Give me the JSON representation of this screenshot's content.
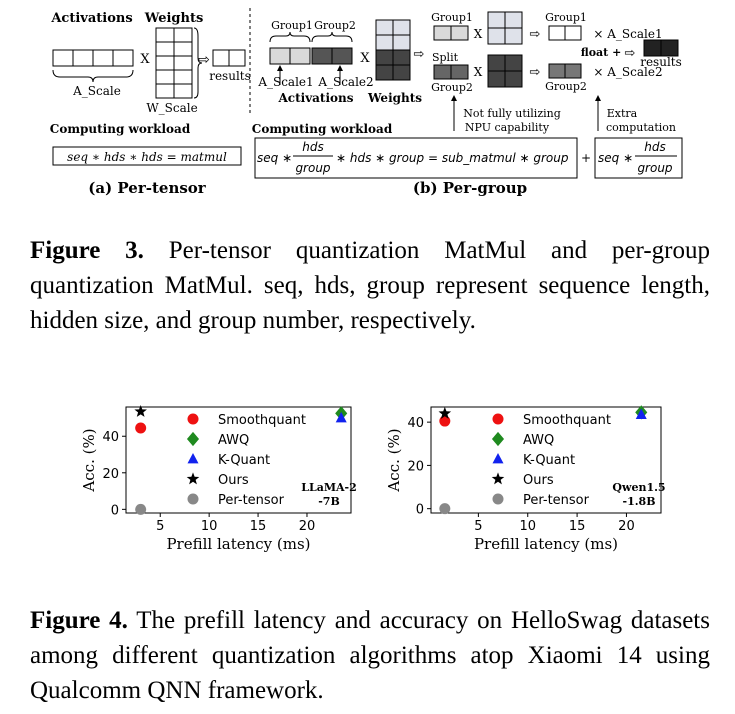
{
  "figure3": {
    "a": {
      "activations": "Activations",
      "weights": "Weights",
      "x": "X",
      "results": "results",
      "a_scale": "A_Scale",
      "w_scale": "W_Scale",
      "workload_title": "Computing workload",
      "formula": "seq ∗ hds ∗ hds = matmul",
      "subtitle": "(a) Per-tensor"
    },
    "b": {
      "group1": "Group1",
      "group2": "Group2",
      "a_scale1": "A_Scale1",
      "a_scale2": "A_Scale2",
      "activations": "Activations",
      "weights": "Weights",
      "x": "X",
      "split": "Split",
      "float_plus": "float +",
      "results": "results",
      "mul_a_scale1": "× A_Scale1",
      "mul_a_scale2": "× A_Scale2",
      "note_npu": [
        "Not fully utilizing",
        "NPU capability"
      ],
      "note_extra": [
        "Extra",
        "computation"
      ],
      "workload_title": "Computing workload",
      "formula_seq": "seq ∗",
      "formula_hds": "hds",
      "formula_group": "group",
      "formula_rest": "∗ hds ∗ group = sub_matmul ∗ group",
      "plus": "+",
      "subtitle": "(b) Per-group"
    },
    "caption_label": "Figure 3.",
    "caption_text": " Per-tensor quantization MatMul and per-group quantization MatMul. seq, hds, group represent sequence length, hidden size, and group number, respectively."
  },
  "figure4": {
    "caption_label": "Figure 4.",
    "caption_text": " The prefill latency and accuracy on HelloSwag datasets among different quantization algorithms atop Xiaomi 14 using Qualcomm QNN framework."
  },
  "chart_data": [
    {
      "type": "scatter",
      "xlabel": "Prefill latency (ms)",
      "ylabel": "Acc. (%)",
      "annotation": [
        "LLaMA-2",
        "-7B"
      ],
      "xticks": [
        5,
        10,
        15,
        20
      ],
      "yticks": [
        0,
        20,
        40
      ],
      "xlim": [
        1.5,
        24.5
      ],
      "ylim": [
        -2,
        56
      ],
      "legend": "upper-center",
      "series": [
        {
          "name": "Smoothquant",
          "marker": "circle",
          "color": "#ee1111",
          "points": [
            [
              3,
              44.5
            ]
          ]
        },
        {
          "name": "AWQ",
          "marker": "diamond",
          "color": "#1f8a1f",
          "points": [
            [
              23.5,
              52.5
            ]
          ]
        },
        {
          "name": "K-Quant",
          "marker": "triangle",
          "color": "#1122ee",
          "points": [
            [
              23.5,
              50
            ]
          ]
        },
        {
          "name": "Ours",
          "marker": "star",
          "color": "#000000",
          "points": [
            [
              3,
              53.5
            ]
          ]
        },
        {
          "name": "Per-tensor",
          "marker": "circle",
          "color": "#888888",
          "points": [
            [
              3,
              0
            ]
          ]
        }
      ]
    },
    {
      "type": "scatter",
      "xlabel": "Prefill latency (ms)",
      "ylabel": "Acc. (%)",
      "annotation": [
        "Qwen1.5",
        "-1.8B"
      ],
      "xticks": [
        5,
        10,
        15,
        20
      ],
      "yticks": [
        0,
        20,
        40
      ],
      "xlim": [
        0.2,
        23.5
      ],
      "ylim": [
        -2,
        47
      ],
      "legend": "upper-center",
      "series": [
        {
          "name": "Smoothquant",
          "marker": "circle",
          "color": "#ee1111",
          "points": [
            [
              1.6,
              40.5
            ]
          ]
        },
        {
          "name": "AWQ",
          "marker": "diamond",
          "color": "#1f8a1f",
          "points": [
            [
              21.5,
              44.5
            ]
          ]
        },
        {
          "name": "K-Quant",
          "marker": "triangle",
          "color": "#1122ee",
          "points": [
            [
              21.5,
              43.5
            ]
          ]
        },
        {
          "name": "Ours",
          "marker": "star",
          "color": "#000000",
          "points": [
            [
              1.6,
              44
            ]
          ]
        },
        {
          "name": "Per-tensor",
          "marker": "circle",
          "color": "#888888",
          "points": [
            [
              1.6,
              0
            ]
          ]
        }
      ]
    }
  ]
}
